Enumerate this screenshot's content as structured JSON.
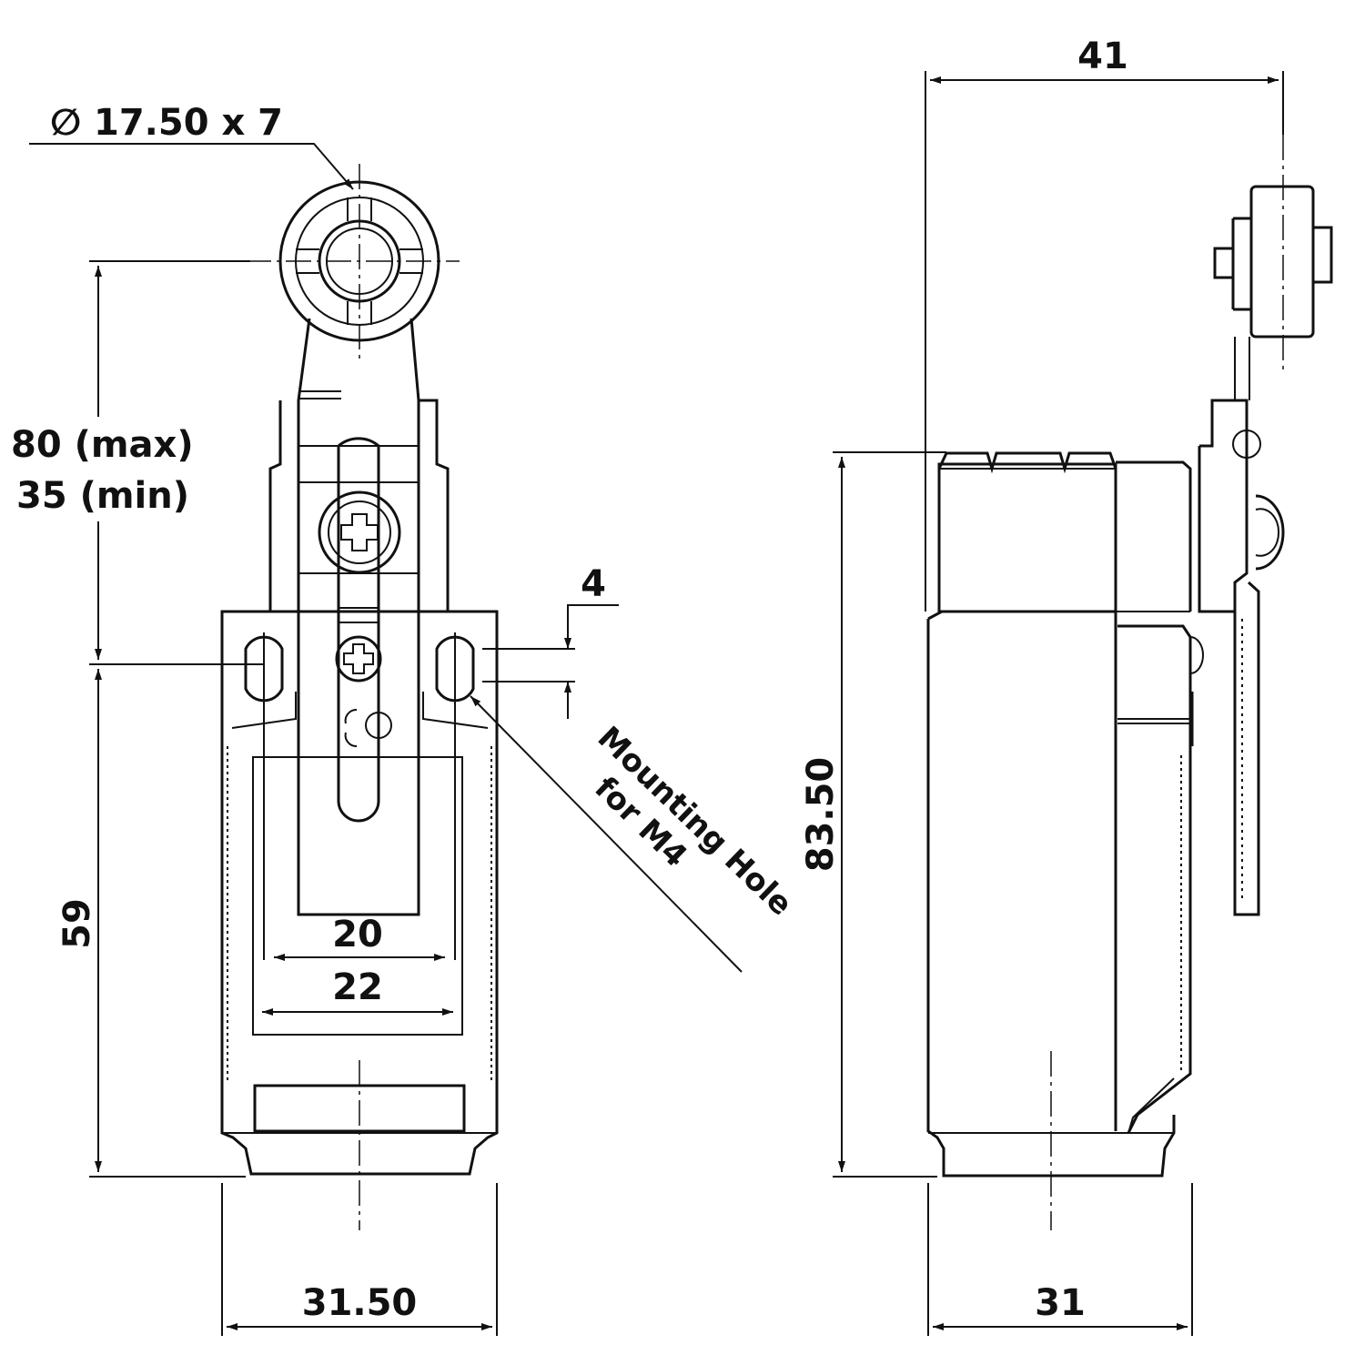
{
  "dimensions": {
    "roller": "17.50 x 7",
    "lever_max": "80 (max)",
    "lever_min": "35 (min)",
    "mount_height": "59",
    "slot_size": "4",
    "width_front": "31.50",
    "hole_spacing_inner": "20",
    "hole_spacing_outer": "22",
    "total_height": "83.50",
    "total_depth": "41",
    "body_depth": "31"
  },
  "annotations": {
    "diameter_symbol": "∅",
    "mounting_hole_line1": "Mounting Hole",
    "mounting_hole_line2": "for M4"
  }
}
